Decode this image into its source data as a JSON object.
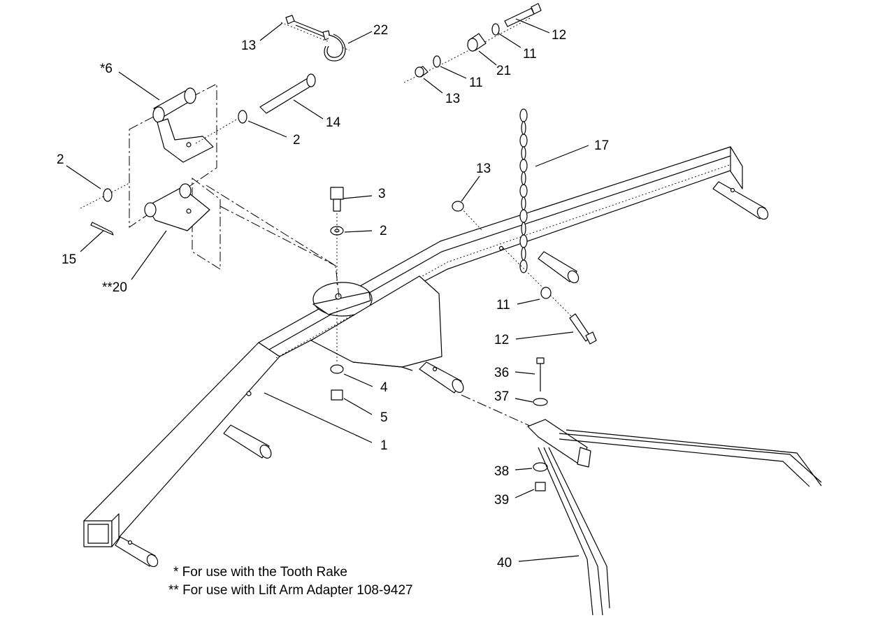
{
  "callouts": [
    {
      "id": "c22",
      "label": "22"
    },
    {
      "id": "c13a",
      "label": "13"
    },
    {
      "id": "c12a",
      "label": "12"
    },
    {
      "id": "c11a",
      "label": "11"
    },
    {
      "id": "c21",
      "label": "21"
    },
    {
      "id": "c11b",
      "label": "11"
    },
    {
      "id": "c13b",
      "label": "13"
    },
    {
      "id": "c6",
      "label": "*6"
    },
    {
      "id": "c14",
      "label": "14"
    },
    {
      "id": "c2a",
      "label": "2"
    },
    {
      "id": "c17",
      "label": "17"
    },
    {
      "id": "c2b",
      "label": "2"
    },
    {
      "id": "c13c",
      "label": "13"
    },
    {
      "id": "c3",
      "label": "3"
    },
    {
      "id": "c2c",
      "label": "2"
    },
    {
      "id": "c15",
      "label": "15"
    },
    {
      "id": "c20",
      "label": "**20"
    },
    {
      "id": "c11c",
      "label": "11"
    },
    {
      "id": "c12b",
      "label": "12"
    },
    {
      "id": "c36",
      "label": "36"
    },
    {
      "id": "c4",
      "label": "4"
    },
    {
      "id": "c37",
      "label": "37"
    },
    {
      "id": "c5",
      "label": "5"
    },
    {
      "id": "c1",
      "label": "1"
    },
    {
      "id": "c38",
      "label": "38"
    },
    {
      "id": "c39",
      "label": "39"
    },
    {
      "id": "c40",
      "label": "40"
    }
  ],
  "notes": {
    "tooth_rake": "* For use with the Tooth Rake",
    "lift_arm": "** For use with Lift Arm Adapter 108-9427"
  }
}
